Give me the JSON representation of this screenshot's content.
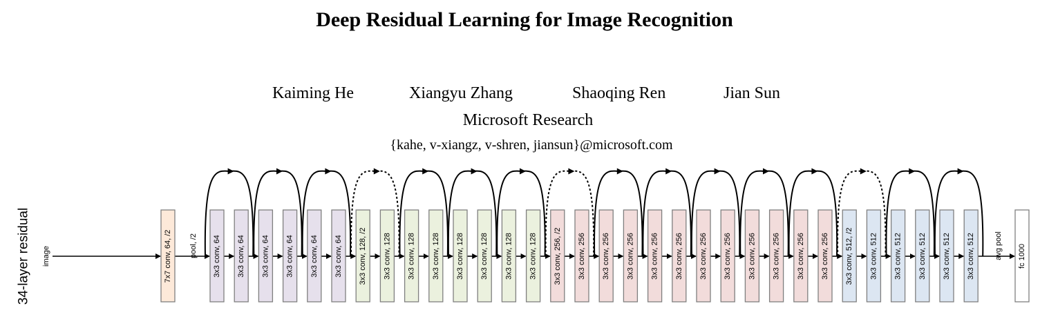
{
  "paper": {
    "title": "Deep Residual Learning for Image Recognition",
    "authors": [
      "Kaiming He",
      "Xiangyu Zhang",
      "Shaoqing Ren",
      "Jian Sun"
    ],
    "affiliation": "Microsoft Research",
    "email": "{kahe, v-xiangz, v-shren, jiansun}@microsoft.com"
  },
  "diagram": {
    "network_label": "34-layer residual",
    "input_label": "image",
    "stem_layer": "7x7 conv, 64, /2",
    "pool_label": "pool, /2",
    "conv_layers": [
      {
        "label": "3x3 conv, 64",
        "stage": 0
      },
      {
        "label": "3x3 conv, 64",
        "stage": 0
      },
      {
        "label": "3x3 conv, 64",
        "stage": 0
      },
      {
        "label": "3x3 conv, 64",
        "stage": 0
      },
      {
        "label": "3x3 conv, 64",
        "stage": 0
      },
      {
        "label": "3x3 conv, 64",
        "stage": 0
      },
      {
        "label": "3x3 conv, 128, /2",
        "stage": 1
      },
      {
        "label": "3x3 conv, 128",
        "stage": 1
      },
      {
        "label": "3x3 conv, 128",
        "stage": 1
      },
      {
        "label": "3x3 conv, 128",
        "stage": 1
      },
      {
        "label": "3x3 conv, 128",
        "stage": 1
      },
      {
        "label": "3x3 conv, 128",
        "stage": 1
      },
      {
        "label": "3x3 conv, 128",
        "stage": 1
      },
      {
        "label": "3x3 conv, 128",
        "stage": 1
      },
      {
        "label": "3x3 conv, 256, /2",
        "stage": 2
      },
      {
        "label": "3x3 conv, 256",
        "stage": 2
      },
      {
        "label": "3x3 conv, 256",
        "stage": 2
      },
      {
        "label": "3x3 conv, 256",
        "stage": 2
      },
      {
        "label": "3x3 conv, 256",
        "stage": 2
      },
      {
        "label": "3x3 conv, 256",
        "stage": 2
      },
      {
        "label": "3x3 conv, 256",
        "stage": 2
      },
      {
        "label": "3x3 conv, 256",
        "stage": 2
      },
      {
        "label": "3x3 conv, 256",
        "stage": 2
      },
      {
        "label": "3x3 conv, 256",
        "stage": 2
      },
      {
        "label": "3x3 conv, 256",
        "stage": 2
      },
      {
        "label": "3x3 conv, 256",
        "stage": 2
      },
      {
        "label": "3x3 conv, 512, /2",
        "stage": 3
      },
      {
        "label": "3x3 conv, 512",
        "stage": 3
      },
      {
        "label": "3x3 conv, 512",
        "stage": 3
      },
      {
        "label": "3x3 conv, 512",
        "stage": 3
      },
      {
        "label": "3x3 conv, 512",
        "stage": 3
      },
      {
        "label": "3x3 conv, 512",
        "stage": 3
      }
    ],
    "avgpool_label": "avg pool",
    "fc_layer": "fc 1000",
    "shortcuts": [
      {
        "from_layer": 0,
        "to_layer": 1,
        "style": "solid"
      },
      {
        "from_layer": 2,
        "to_layer": 3,
        "style": "solid"
      },
      {
        "from_layer": 4,
        "to_layer": 5,
        "style": "solid"
      },
      {
        "from_layer": 6,
        "to_layer": 7,
        "style": "dotted"
      },
      {
        "from_layer": 8,
        "to_layer": 9,
        "style": "solid"
      },
      {
        "from_layer": 10,
        "to_layer": 11,
        "style": "solid"
      },
      {
        "from_layer": 12,
        "to_layer": 13,
        "style": "solid"
      },
      {
        "from_layer": 14,
        "to_layer": 15,
        "style": "dotted"
      },
      {
        "from_layer": 16,
        "to_layer": 17,
        "style": "solid"
      },
      {
        "from_layer": 18,
        "to_layer": 19,
        "style": "solid"
      },
      {
        "from_layer": 20,
        "to_layer": 21,
        "style": "solid"
      },
      {
        "from_layer": 22,
        "to_layer": 23,
        "style": "solid"
      },
      {
        "from_layer": 24,
        "to_layer": 25,
        "style": "solid"
      },
      {
        "from_layer": 26,
        "to_layer": 27,
        "style": "dotted"
      },
      {
        "from_layer": 28,
        "to_layer": 29,
        "style": "solid"
      },
      {
        "from_layer": 30,
        "to_layer": 31,
        "style": "solid"
      }
    ],
    "colors": {
      "stem": "#fde9d9",
      "stage_fills": [
        "#e6e0ec",
        "#ebf1de",
        "#f2dcdb",
        "#dce6f2"
      ],
      "fc": "#ffffff",
      "box_border": "#7f7f7f",
      "line": "#000000"
    }
  }
}
